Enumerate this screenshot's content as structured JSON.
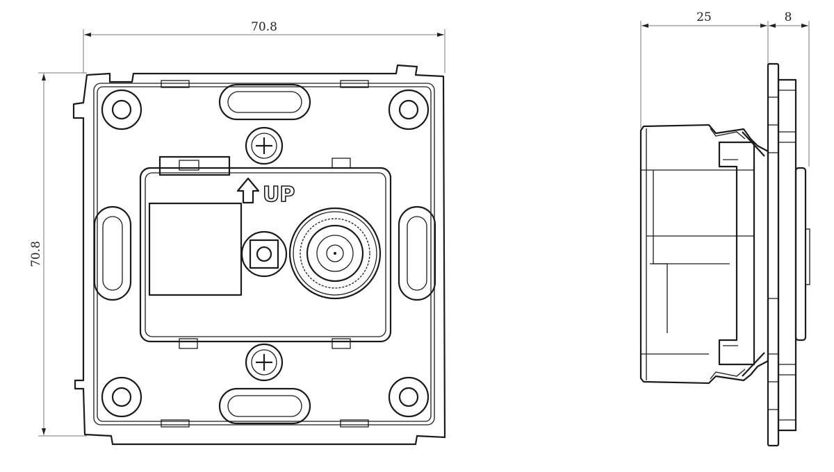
{
  "front_view": {
    "width_dimension": "70.8",
    "height_dimension": "70.8",
    "orientation_label": "UP"
  },
  "side_view": {
    "depth_dimension": "25",
    "plate_dimension": "8"
  },
  "colors": {
    "line": "#1a1a1a",
    "dimension_line": "#777777"
  }
}
